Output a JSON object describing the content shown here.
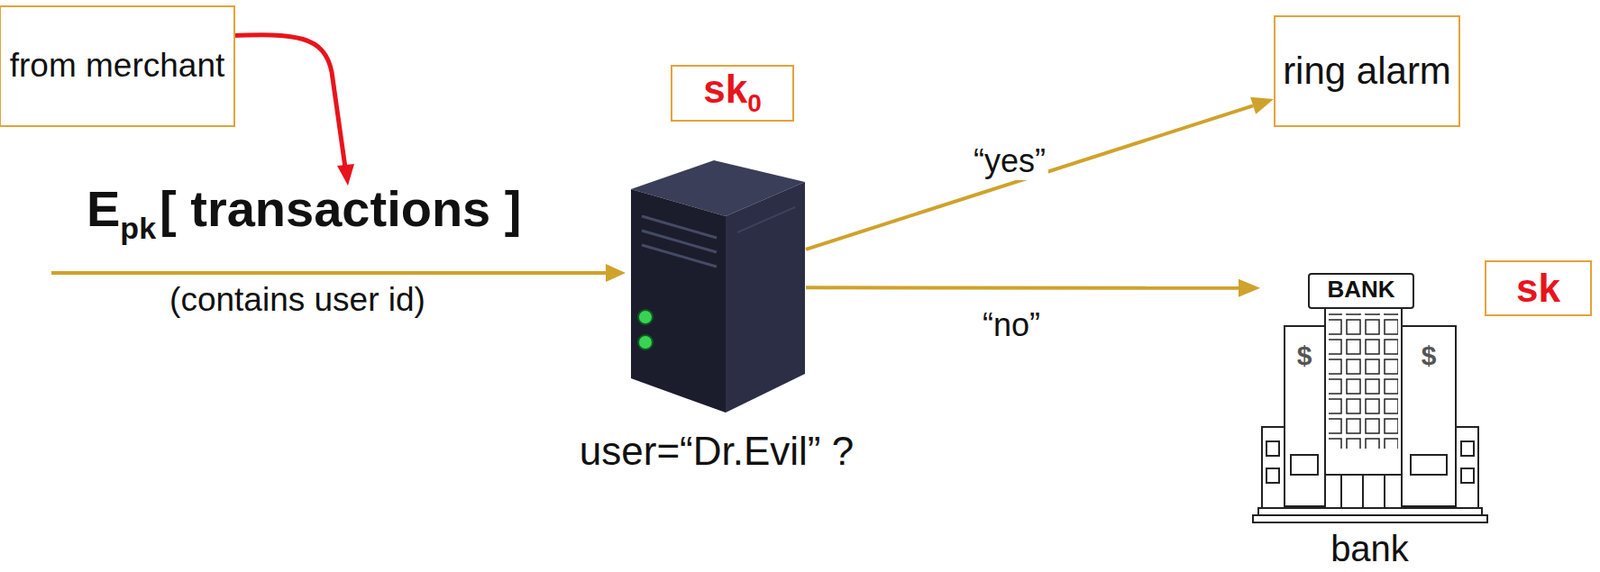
{
  "diagram": {
    "nodes": [
      {
        "text": [
          "from merchant"
        ]
      },
      {
        "text": [
          "sk",
          "0"
        ]
      },
      {
        "text": [
          "user=“Dr.Evil” ?"
        ]
      },
      {
        "text": [
          "ring alarm"
        ]
      },
      {
        "text": [
          "bank"
        ]
      },
      {
        "text": [
          "sk"
        ]
      }
    ],
    "edges": [
      {
        "from": 2,
        "to": 3,
        "arrow": "to",
        "label": "“yes”"
      },
      {
        "from": 2,
        "to": 4,
        "arrow": "to",
        "label": "“no”"
      }
    ],
    "labels": [
      "E",
      "pk",
      "[ transactions ]",
      "(contains user id)",
      "BANK",
      "$",
      "$"
    ]
  }
}
